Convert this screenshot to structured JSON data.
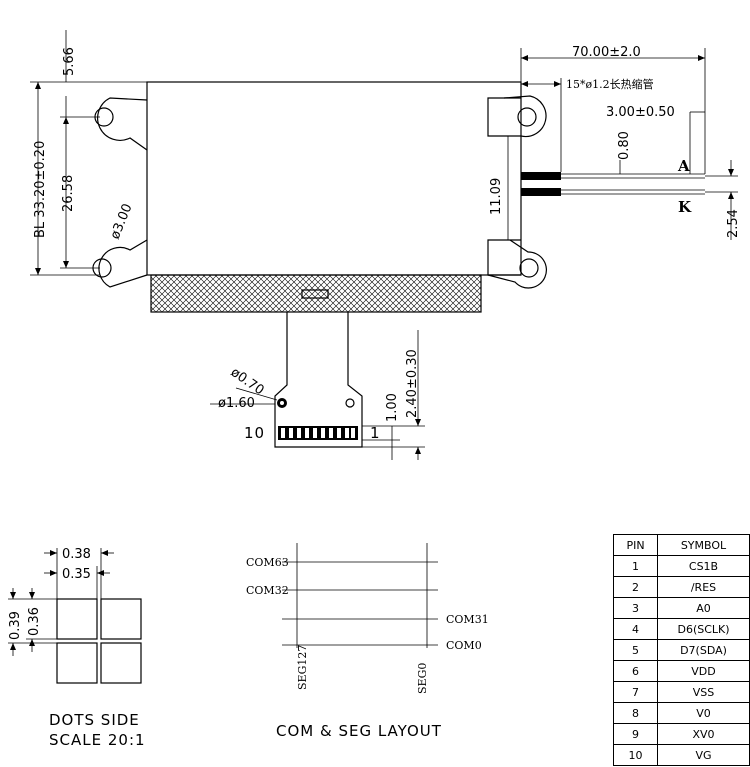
{
  "dimensions": {
    "d_5_66": "5.66",
    "d_70": "70.00±2.0",
    "d_heat_shrink": "15*ø1.2长热缩管",
    "d_3_00": "3.00±0.50",
    "d_0_80": "0.80",
    "d_11_09": "11.09",
    "d_2_54": "2.54",
    "d_bl": "BL 33.20±0.20",
    "d_26_58": "26.58",
    "d_hole": "ø3.00",
    "d_0_70": "ø0.70",
    "d_1_60": "ø1.60",
    "d_2_40": "2.40±0.30",
    "d_1_00": "1.00",
    "d_pin10": "10",
    "d_pin1": "1",
    "lead_a": "A",
    "lead_k": "K"
  },
  "dots": {
    "d_0_38": "0.38",
    "d_0_35": "0.35",
    "d_0_39": "0.39",
    "d_0_36": "0.36",
    "caption_line1": "DOTS SIDE",
    "caption_line2": "SCALE 20:1"
  },
  "layout": {
    "com63": "COM63",
    "com32": "COM32",
    "com31": "COM31",
    "com0": "COM0",
    "seg127": "SEG127",
    "seg0": "SEG0",
    "caption": "COM & SEG LAYOUT"
  },
  "pin_table": {
    "header_pin": "PIN",
    "header_symbol": "SYMBOL",
    "rows": [
      {
        "pin": "1",
        "symbol": "CS1B"
      },
      {
        "pin": "2",
        "symbol": "/RES"
      },
      {
        "pin": "3",
        "symbol": "A0"
      },
      {
        "pin": "4",
        "symbol": "D6(SCLK)"
      },
      {
        "pin": "5",
        "symbol": "D7(SDA)"
      },
      {
        "pin": "6",
        "symbol": "VDD"
      },
      {
        "pin": "7",
        "symbol": "VSS"
      },
      {
        "pin": "8",
        "symbol": "V0"
      },
      {
        "pin": "9",
        "symbol": "XV0"
      },
      {
        "pin": "10",
        "symbol": "VG"
      }
    ]
  }
}
